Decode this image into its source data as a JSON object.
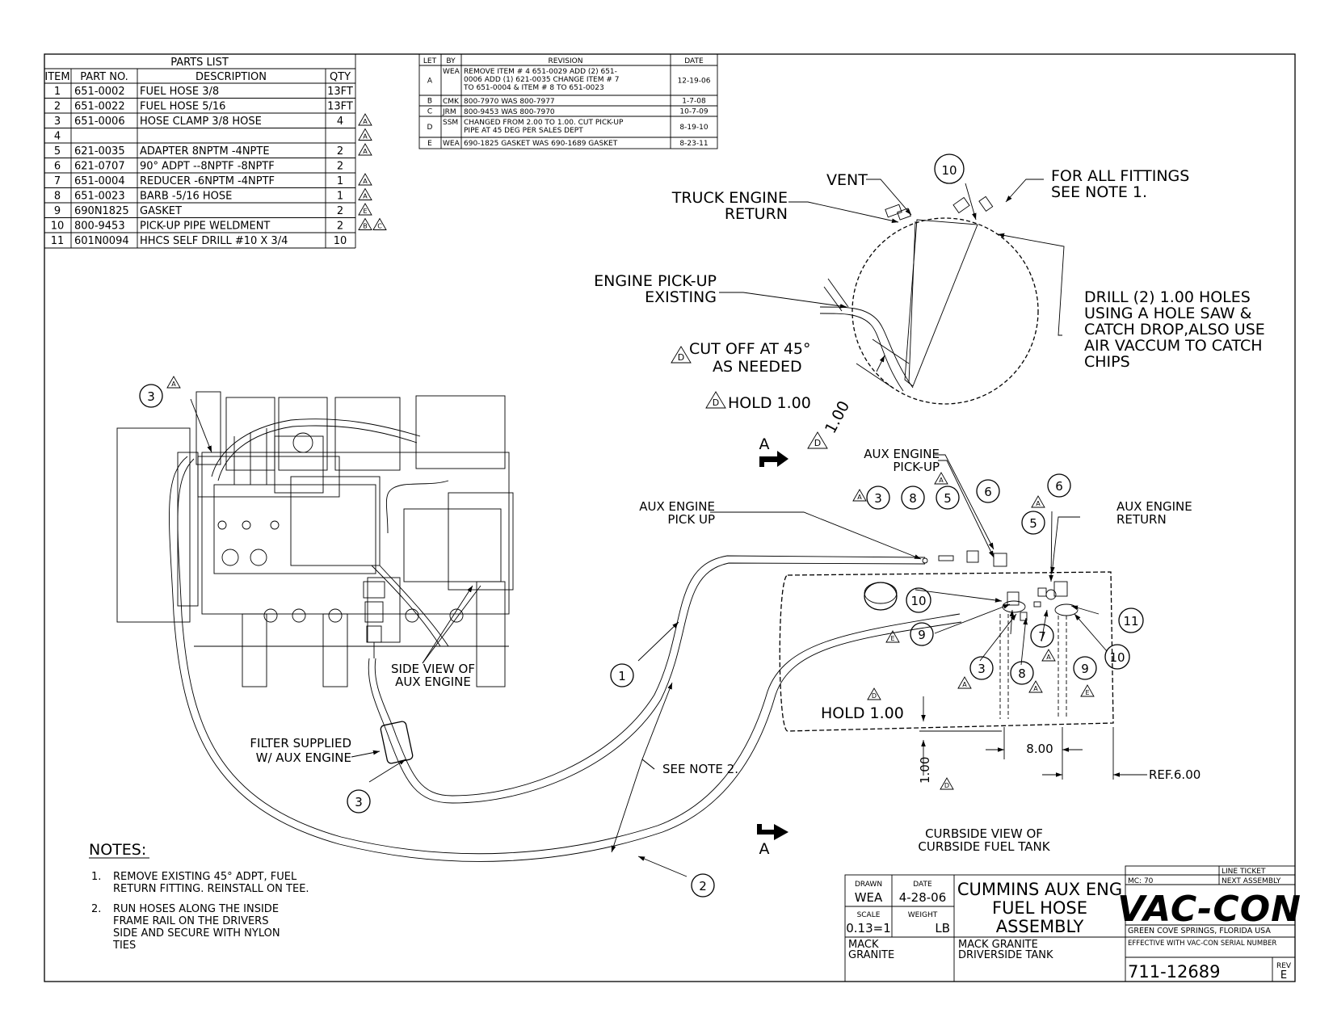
{
  "parts_list": {
    "title": "PARTS LIST",
    "headers": [
      "ITEM",
      "PART NO.",
      "DESCRIPTION",
      "QTY"
    ],
    "rows": [
      {
        "item": "1",
        "part": "651-0002",
        "desc": "FUEL HOSE 3/8",
        "qty": "13FT",
        "rev": ""
      },
      {
        "item": "2",
        "part": "651-0022",
        "desc": "FUEL HOSE 5/16",
        "qty": "13FT",
        "rev": ""
      },
      {
        "item": "3",
        "part": "651-0006",
        "desc": "HOSE CLAMP 3/8 HOSE",
        "qty": "4",
        "rev": "A"
      },
      {
        "item": "4",
        "part": "",
        "desc": "",
        "qty": "",
        "rev": "A"
      },
      {
        "item": "5",
        "part": "621-0035",
        "desc": "ADAPTER 8NPTM -4NPTE",
        "qty": "2",
        "rev": "A"
      },
      {
        "item": "6",
        "part": "621-0707",
        "desc": "90° ADPT --8NPTF -8NPTF",
        "qty": "2",
        "rev": ""
      },
      {
        "item": "7",
        "part": "651-0004",
        "desc": "REDUCER -6NPTM -4NPTF",
        "qty": "1",
        "rev": "A"
      },
      {
        "item": "8",
        "part": "651-0023",
        "desc": "BARB -5/16 HOSE",
        "qty": "1",
        "rev": "A"
      },
      {
        "item": "9",
        "part": "690N1825",
        "desc": "GASKET",
        "qty": "2",
        "rev": "E"
      },
      {
        "item": "10",
        "part": "800-9453",
        "desc": "PICK-UP PIPE WELDMENT",
        "qty": "2",
        "rev": "B C"
      },
      {
        "item": "11",
        "part": "601N0094",
        "desc": "HHCS SELF DRILL #10 X 3/4",
        "qty": "10",
        "rev": ""
      }
    ]
  },
  "revisions": {
    "headers": [
      "LET",
      "BY",
      "REVISION",
      "DATE"
    ],
    "rows": [
      {
        "let": "A",
        "by": "WEA",
        "lines": [
          "REMOVE ITEM # 4 651-0029 ADD (2) 651-",
          "0006 ADD (1) 621-0035 CHANGE ITEM # 7",
          "TO 651-0004 & ITEM # 8 TO 651-0023"
        ],
        "date": "12-19-06"
      },
      {
        "let": "B",
        "by": "CMK",
        "lines": [
          "800-7970 WAS 800-7977"
        ],
        "date": "1-7-08"
      },
      {
        "let": "C",
        "by": "JRM",
        "lines": [
          "800-9453 WAS 800-7970"
        ],
        "date": "10-7-09"
      },
      {
        "let": "D",
        "by": "SSM",
        "lines": [
          "CHANGED FROM 2.00 TO 1.00. CUT PICK-UP",
          "PIPE AT 45 DEG PER SALES DEPT"
        ],
        "date": "8-19-10"
      },
      {
        "let": "E",
        "by": "WEA",
        "lines": [
          "690-1825 GASKET WAS 690-1689 GASKET"
        ],
        "date": "8-23-11"
      }
    ]
  },
  "labels": {
    "vent": "VENT",
    "truck_return_1": "TRUCK ENGINE",
    "truck_return_2": "RETURN",
    "fittings_1": "FOR ALL FITTINGS",
    "fittings_2": "SEE NOTE 1.",
    "pickup_1": "ENGINE PICK-UP",
    "pickup_2": "EXISTING",
    "cut_1": "CUT OFF AT 45°",
    "cut_2": "AS NEEDED",
    "hold_top": "HOLD 1.00",
    "dim_100_rot": "1.00",
    "drill_1": "DRILL (2) 1.00 HOLES",
    "drill_2": "USING A HOLE SAW &",
    "drill_3": "CATCH DROP,ALSO USE",
    "drill_4": "AIR VACCUM TO CATCH",
    "drill_5": "CHIPS",
    "section": "A",
    "aux_pickup_top_1": "AUX ENGINE",
    "aux_pickup_top_2": "PICK-UP",
    "aux_pickup_left_1": "AUX ENGINE",
    "aux_pickup_left_2": "PICK UP",
    "aux_return_1": "AUX ENGINE",
    "aux_return_2": "RETURN",
    "side_view_1": "SIDE VIEW OF",
    "side_view_2": "AUX ENGINE",
    "filter_1": "FILTER SUPPLIED",
    "filter_2": "W/ AUX ENGINE",
    "see_note2": "SEE NOTE 2.",
    "hold_tank": "HOLD 1.00",
    "dim_800": "8.00",
    "dim_ref": "REF.6.00",
    "dim_100_vert": "1.00",
    "curbside_1": "CURBSIDE VIEW OF",
    "curbside_2": "CURBSIDE FUEL TANK"
  },
  "rev_marks": {
    "a": "A",
    "d": "D",
    "e": "E"
  },
  "callouts": [
    "1",
    "2",
    "3",
    "5",
    "6",
    "7",
    "8",
    "9",
    "10",
    "11"
  ],
  "notes": {
    "title": "NOTES:",
    "n1_num": "1.",
    "n1_l1": "REMOVE EXISTING 45° ADPT, FUEL",
    "n1_l2": "RETURN FITTING. REINSTALL ON TEE.",
    "n2_num": "2.",
    "n2_l1": "RUN HOSES ALONG THE INSIDE",
    "n2_l2": "FRAME RAIL ON THE DRIVERS",
    "n2_l3": "SIDE AND SECURE WITH NYLON",
    "n2_l4": "TIES"
  },
  "title_block": {
    "drawn_label": "DRAWN",
    "drawn": "WEA",
    "date_label": "DATE",
    "date": "4-28-06",
    "scale_label": "SCALE",
    "scale": "0.13=1",
    "weight_label": "WEIGHT",
    "weight": "LB",
    "title_1": "CUMMINS AUX ENG",
    "title_2": "FUEL HOSE",
    "title_3": "ASSEMBLY",
    "model_1": "MACK",
    "model_2": "GRANITE",
    "sub_1": "MACK GRANITE",
    "sub_2": "DRIVERSIDE TANK",
    "mc": "MC: 70",
    "line_ticket": "LINE TICKET",
    "next_assembly": "NEXT ASSEMBLY",
    "logo": "VAC-CON",
    "location": "GREEN COVE SPRINGS, FLORIDA USA",
    "effective": "EFFECTIVE WITH VAC-CON SERIAL NUMBER",
    "number": "711-12689",
    "rev_label": "REV",
    "rev": "E"
  }
}
